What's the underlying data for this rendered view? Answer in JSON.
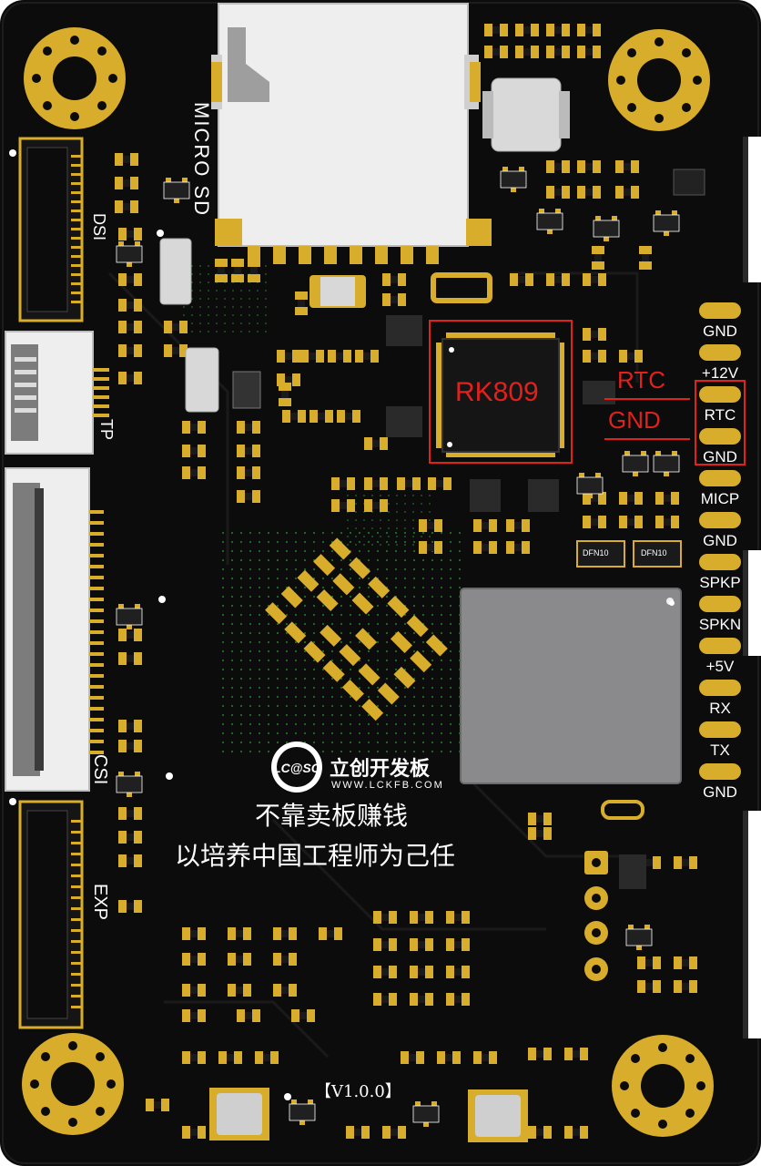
{
  "labels": {
    "micro_sd": "MICRO SD",
    "dsi": "DSI",
    "tp": "TP",
    "csi": "CSI",
    "exp": "EXP",
    "chip": "RK809",
    "rtc_marker": "RTC",
    "gnd_marker": "GND",
    "version": "【V1.0.0】",
    "brand_cn": "立创开发板",
    "brand_url": "WWW.LCKFB.COM",
    "slogan_line1": "不靠卖板赚钱",
    "slogan_line2": "以培养中国工程师为己任",
    "dfn_left": "DFN10",
    "dfn_right": "DFN10"
  },
  "logo_text": "LC@SC",
  "header_pins": [
    "GND",
    "+12V",
    "RTC",
    "GND",
    "MICP",
    "GND",
    "SPKP",
    "SPKN",
    "+5V",
    "RX",
    "TX",
    "GND"
  ],
  "colors": {
    "board": "#0c0c0c",
    "gold": "#d8ad2c",
    "silk": "#ffffff",
    "annotation_red": "#e0211c",
    "chip_gray": "#8a8a8c"
  }
}
